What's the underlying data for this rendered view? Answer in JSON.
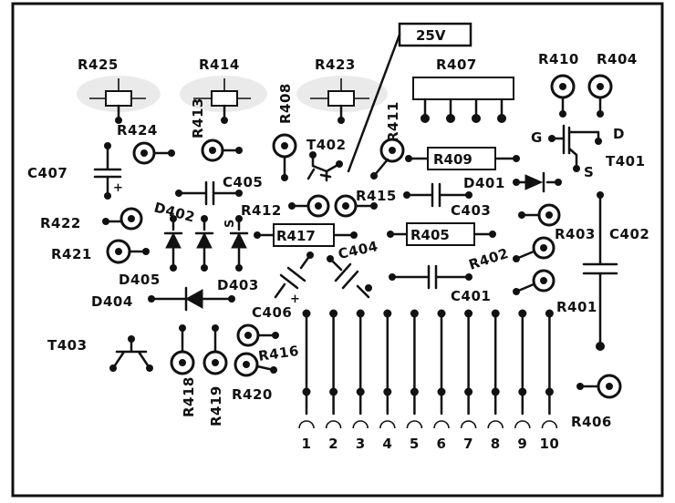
{
  "labels": {
    "r425": "R425",
    "r414": "R414",
    "r423": "R423",
    "r407": "R407",
    "v25": "25V",
    "r410": "R410",
    "r404": "R404",
    "r424": "R424",
    "r413": "R413",
    "r408": "R408",
    "r411": "R411",
    "t402": "T402",
    "c407": "C407",
    "c405": "C405",
    "r409": "R409",
    "g": "G",
    "d": "D",
    "s": "S",
    "t401": "T401",
    "d401": "D401",
    "d402": "D402",
    "r412": "R412",
    "r415": "R415",
    "c403": "C403",
    "r422": "R422",
    "r417": "R417",
    "c404": "C404",
    "r405": "R405",
    "r403": "R403",
    "c402": "C402",
    "r421": "R421",
    "r402": "R402",
    "d405": "D405",
    "d403": "D403",
    "d404": "D404",
    "c401": "C401",
    "r401": "R401",
    "c406": "C406",
    "t403": "T403",
    "r416": "R416",
    "r418": "R418",
    "r419": "R419",
    "r420": "R420",
    "r406": "R406"
  },
  "terminals": [
    "1",
    "2",
    "3",
    "4",
    "5",
    "6",
    "7",
    "8",
    "9",
    "10"
  ]
}
